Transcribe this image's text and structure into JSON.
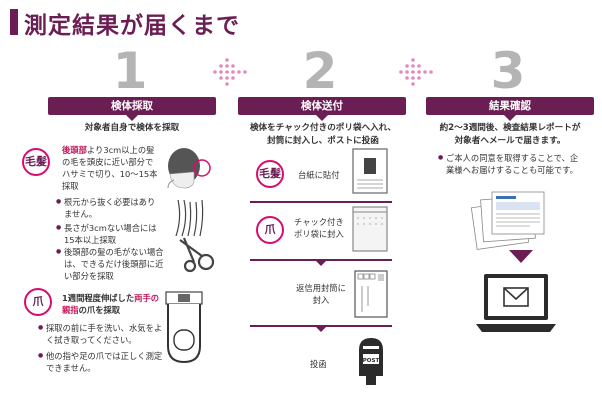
{
  "title": "測定結果が届くまで",
  "steps": [
    {
      "number": "1",
      "label": "検体採取",
      "subtitle": "対象者自身で検体を採取",
      "hair": {
        "tag": "毛髪",
        "text_accent": "後頭部",
        "text_rest": "より3cm以上の髪の毛を頭皮に近い部分でハサミで切り、10～15本採取",
        "bullets": [
          "根元から抜く必要はありません。",
          "長さが3cmない場合には15本以上採取",
          "後頭部の髪の毛がない場合は、できるだけ後頭部に近い部分を採取"
        ]
      },
      "nail": {
        "tag": "爪",
        "text_prefix": "1週間程度伸ばした",
        "text_accent": "両手の親指",
        "text_suffix": "の爪を採取",
        "bullets": [
          "採取の前に手を洗い、水気をよく拭き取ってください。",
          "他の指や足の爪では正しく測定できません。"
        ]
      }
    },
    {
      "number": "2",
      "label": "検体送付",
      "subtitle_line1": "検体をチャック付きのポリ袋へ入れ、",
      "subtitle_line2": "封筒に封入し、ポストに投函",
      "hair_tag": "毛髪",
      "hair_action": "台紙に貼付",
      "nail_tag": "爪",
      "nail_action_line1": "チャック付き",
      "nail_action_line2": "ポリ袋に封入",
      "envelope_line1": "返信用封筒に",
      "envelope_line2": "封入",
      "post": "投函",
      "post_sign": "POST"
    },
    {
      "number": "3",
      "label": "結果確認",
      "subtitle_line1": "約2～3週間後、検査結果レポートが",
      "subtitle_line2": "対象者へメールで届きます。",
      "bullet": "ご本人の同意を取得することで、企業様へお届けすることも可能です。"
    }
  ],
  "colors": {
    "primary": "#6b1e54",
    "accent": "#d80c6e",
    "number_gray": "#b4b4b4"
  }
}
